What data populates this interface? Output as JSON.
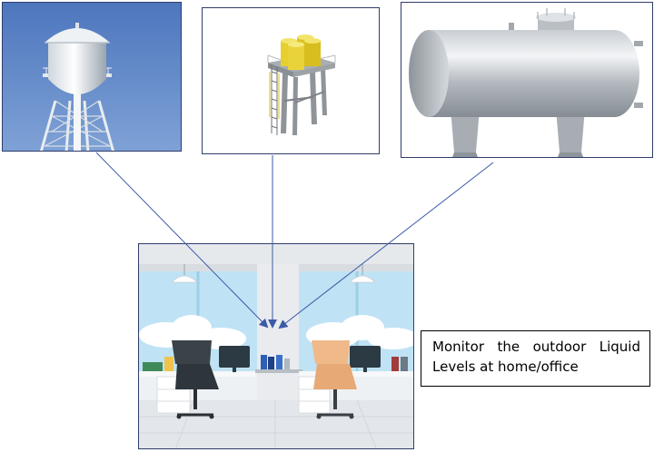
{
  "images": {
    "water_tower": "water-tower-photo",
    "platform_tanks": "elevated-tank-platform-illustration",
    "horizontal_tank": "horizontal-storage-tank-photo",
    "office": "office-illustration"
  },
  "caption": {
    "line1_words": [
      "Monitor",
      "the",
      "outdoor",
      "Liquid"
    ],
    "line2": "Levels at home/office"
  },
  "colors": {
    "frame_border": "#2f3d6b",
    "arrow": "#3b5aa8",
    "sky": "#5f86c6"
  }
}
